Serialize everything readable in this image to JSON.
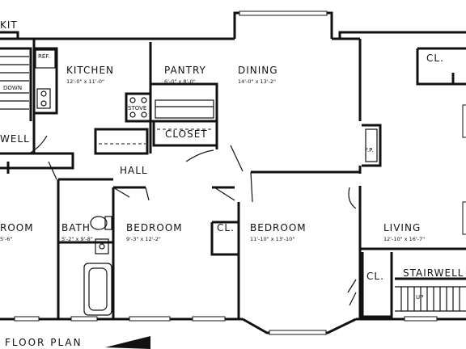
{
  "rooms": {
    "kit": {
      "name": "KIT"
    },
    "kitchen": {
      "name": "KITCHEN",
      "dims": "12'-0\" x 11'-0\""
    },
    "pantry": {
      "name": "PANTRY",
      "dims": "6'-0\" x 8'-0\""
    },
    "dining": {
      "name": "DINING",
      "dims": "14'-0\" x 13'-2\""
    },
    "hall": {
      "name": "HALL"
    },
    "closet": {
      "name": "CLOSET"
    },
    "bath": {
      "name": "BATH",
      "dims": "5'-2\" x 9'-8\""
    },
    "bedroom1": {
      "name": "BEDROOM",
      "dims": "9'-3\" x 12'-2\""
    },
    "bedroom2": {
      "name": "BEDROOM",
      "dims": "11'-10\" x 13'-10\""
    },
    "living": {
      "name": "LIVING",
      "dims": "12'-10\" x 16'-7\""
    },
    "stairwell": {
      "name": "STAIRWELL"
    },
    "well": {
      "name": "WELL"
    },
    "room_left": {
      "name": "ROOM",
      "dims": "5'-6\""
    }
  },
  "labels": {
    "cl_top_right": "CL.",
    "cl_bedroom": "CL.",
    "cl_living": "CL.",
    "ref": "REF.",
    "down": "DOWN",
    "stove": "STOVE",
    "fp": "F.P.",
    "up": "UP",
    "caption": "FLOOR PLAN"
  }
}
